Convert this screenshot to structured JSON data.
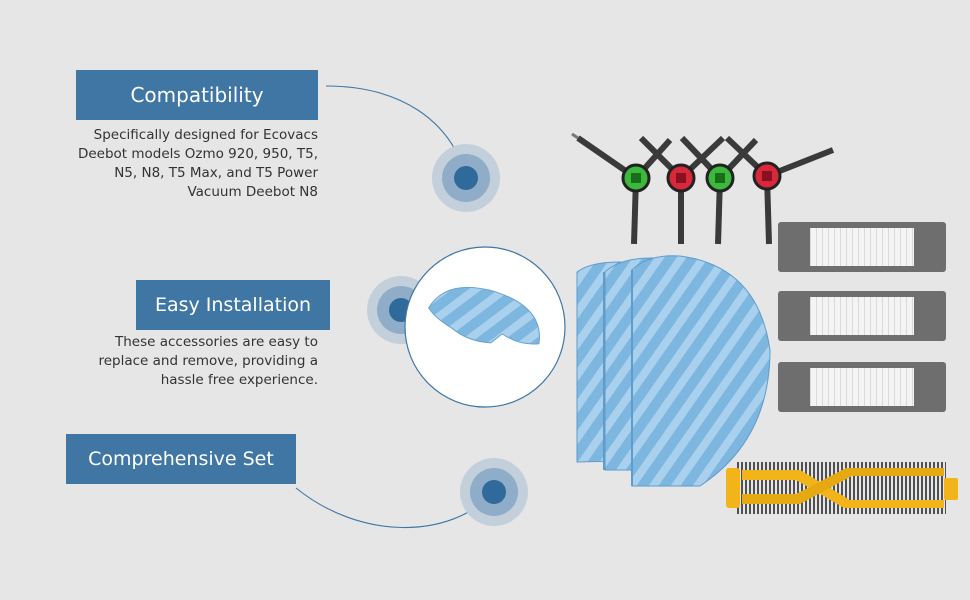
{
  "features": [
    {
      "title": "Compatibility",
      "lines": [
        "Specifically designed for Ecovacs",
        "Deebot models Ozmo 920, 950, T5,",
        "N5, N8, T5 Max, and T5 Power",
        "Vacuum Deebot N8"
      ]
    },
    {
      "title": "Easy Installation",
      "lines": [
        "These accessories are easy to",
        "replace and remove, providing a",
        "hassle free experience."
      ]
    },
    {
      "title": "Comprehensive Set",
      "lines": []
    }
  ],
  "colors": {
    "background": "#e6e6e6",
    "label_bg": "#3f76a4",
    "label_text": "#ffffff",
    "desc_text": "#333333",
    "marker_outer": "#c3d0dc",
    "marker_mid": "#8fadc8",
    "marker_core": "#2f6a9a",
    "mop_blue": "#7db6df",
    "mop_stripe": "#a9d1ee",
    "filter_gray": "#6e6e6e",
    "brush_yellow": "#f2b418",
    "brush_black": "#1e1e1e",
    "hub_green": "#3cb83c",
    "hub_red": "#d8283c"
  },
  "icons": {
    "marker": "target-marker-icon",
    "side_brush": "side-brush-icon",
    "mop_pad": "mop-pad-icon",
    "hepa_filter": "hepa-filter-icon",
    "main_brush": "main-roller-brush-icon"
  }
}
